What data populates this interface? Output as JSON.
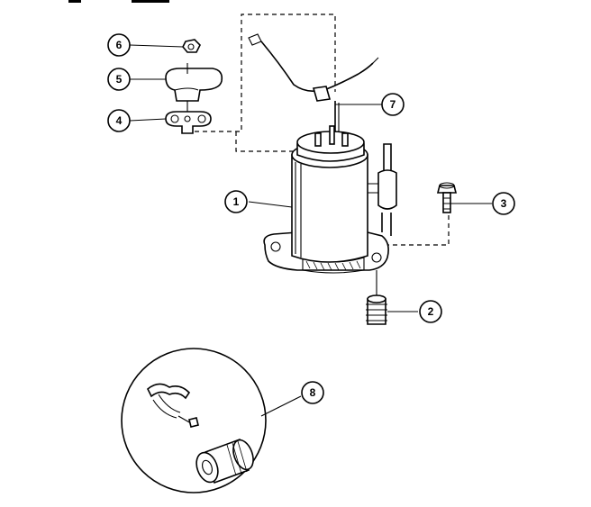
{
  "callouts": [
    {
      "id": "1"
    },
    {
      "id": "2"
    },
    {
      "id": "3"
    },
    {
      "id": "4"
    },
    {
      "id": "5"
    },
    {
      "id": "6"
    },
    {
      "id": "7"
    },
    {
      "id": "8"
    }
  ]
}
